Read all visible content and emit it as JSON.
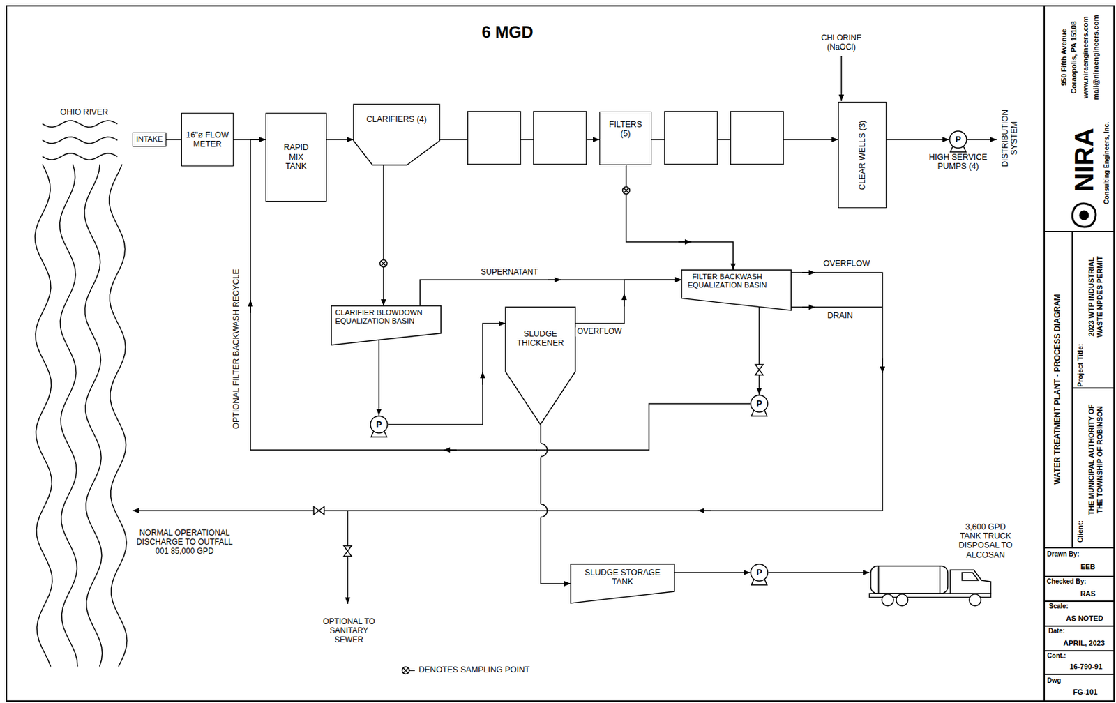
{
  "diagram": {
    "title": "6 MGD",
    "nodes": [
      {
        "text": [
          "INTAKE"
        ]
      },
      {
        "text": [
          "16\"ø FLOW METER"
        ]
      },
      {
        "text": [
          "RAPID MIX TANK"
        ]
      },
      {
        "text": [
          "CLARIFIERS (4)"
        ]
      },
      {
        "text": [
          "FILTERS (5)"
        ]
      },
      {
        "text": [
          "CLEAR WELLS (3)"
        ]
      },
      {
        "text": [
          "P",
          "HIGH SERVICE PUMPS (4)"
        ]
      },
      {
        "text": [
          "CLARIFIER BLOWDOWN EQUALIZATION BASIN"
        ]
      },
      {
        "text": [
          "SLUDGE THICKENER"
        ]
      },
      {
        "text": [
          "FILTER BACKWASH EQUALIZATION BASIN"
        ]
      },
      {
        "text": [
          "P"
        ]
      },
      {
        "text": [
          "P"
        ]
      },
      {
        "text": [
          "SLUDGE STORAGE TANK"
        ]
      },
      {
        "text": [
          "P"
        ]
      },
      {
        "text": [
          "3,600 GPD TANK TRUCK DISPOSAL TO ALCOSAN"
        ]
      }
    ],
    "edges": [
      {
        "from": 0,
        "to": 1,
        "arrow": "none"
      },
      {
        "from": 1,
        "to": 2,
        "arrow": "to"
      },
      {
        "from": 2,
        "to": 3,
        "arrow": "to"
      },
      {
        "from": 3,
        "to": 4,
        "arrow": "to"
      },
      {
        "from": 4,
        "to": 5,
        "arrow": "to"
      },
      {
        "from": 5,
        "to": 6,
        "arrow": "to"
      },
      {
        "from": 3,
        "to": 7,
        "arrow": "to"
      },
      {
        "from": 7,
        "to": 9,
        "label": "SUPERNATANT",
        "arrow": "to"
      },
      {
        "from": 7,
        "to": 10,
        "arrow": "to"
      },
      {
        "from": 10,
        "to": 8,
        "arrow": "to"
      },
      {
        "from": 8,
        "to": 9,
        "label": "OVERFLOW",
        "arrow": "to"
      },
      {
        "from": 4,
        "to": 9,
        "arrow": "to"
      },
      {
        "from": 9,
        "to": 11,
        "arrow": "to"
      },
      {
        "from": 11,
        "to": 2,
        "arrow": "to"
      },
      {
        "from": 8,
        "to": 12,
        "arrow": "to"
      },
      {
        "from": 12,
        "to": 13,
        "arrow": "to"
      },
      {
        "from": 13,
        "to": 14,
        "arrow": "to"
      }
    ],
    "labels": [
      "OHIO RIVER",
      "DISTRIBUTION SYSTEM",
      "CHLORINE (NaOCl)",
      "OPTIONAL FILTER BACKWASH RECYCLE",
      "OVERFLOW",
      "DRAIN",
      "NORMAL OPERATIONAL DISCHARGE TO OUTFALL 001 85,000 GPD",
      "OPTIONAL TO SANITARY SEWER",
      "950 Fifth Avenue",
      "Coraopolis, PA 15108",
      "www.niraengineers.com",
      "mail@niraengineers.com",
      "NIRA",
      "Consulting Engineers, Inc.",
      "WATER TREATMENT PLANT - PROCESS DIAGRAM",
      "Project Title:",
      "2023 WTP INDUSTRIAL WASTE NPDES PERMIT",
      "Client:",
      "THE MUNICIPAL AUTHORITY OF THE TOWNSHIP OF ROBINSON",
      "Drawn By:",
      "EEB",
      "Checked By:",
      "RAS",
      "Scale:",
      "AS NOTED",
      "Date:",
      "APRIL, 2023",
      "Cont.:",
      "16-790-91",
      "Dwg",
      "FG-101"
    ],
    "legend": [
      {
        "text": "DENOTES SAMPLING POINT"
      }
    ]
  }
}
